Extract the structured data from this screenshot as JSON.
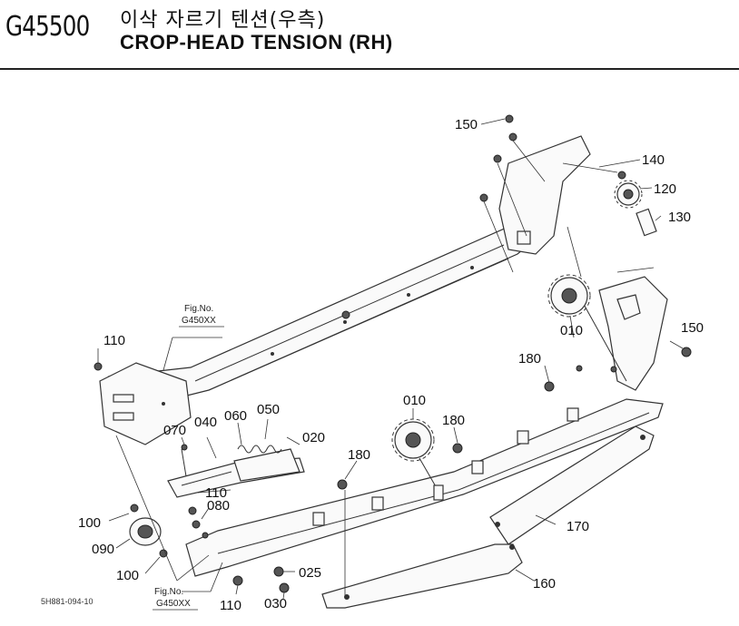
{
  "header": {
    "code": "G45500",
    "title_ko": "이삭 자르기 텐션(우측)",
    "title_en": "CROP-HEAD TENSION (RH)"
  },
  "callouts": [
    {
      "id": "c150a",
      "text": "150"
    },
    {
      "id": "c140",
      "text": "140"
    },
    {
      "id": "c120",
      "text": "120"
    },
    {
      "id": "c130",
      "text": "130"
    },
    {
      "id": "c150b",
      "text": "150"
    },
    {
      "id": "c010a",
      "text": "010"
    },
    {
      "id": "c180a",
      "text": "180"
    },
    {
      "id": "c110a",
      "text": "110"
    },
    {
      "id": "c010b",
      "text": "010"
    },
    {
      "id": "c180b",
      "text": "180"
    },
    {
      "id": "c070",
      "text": "070"
    },
    {
      "id": "c040",
      "text": "040"
    },
    {
      "id": "c060",
      "text": "060"
    },
    {
      "id": "c050",
      "text": "050"
    },
    {
      "id": "c020",
      "text": "020"
    },
    {
      "id": "c180c",
      "text": "180"
    },
    {
      "id": "c110b",
      "text": "110"
    },
    {
      "id": "c080",
      "text": "080"
    },
    {
      "id": "c100a",
      "text": "100"
    },
    {
      "id": "c090",
      "text": "090"
    },
    {
      "id": "c100b",
      "text": "100"
    },
    {
      "id": "c025",
      "text": "025"
    },
    {
      "id": "c030",
      "text": "030"
    },
    {
      "id": "c110c",
      "text": "110"
    },
    {
      "id": "c170",
      "text": "170"
    },
    {
      "id": "c160",
      "text": "160"
    }
  ],
  "fig_refs": [
    {
      "line1": "Fig.No.",
      "line2": "G450XX"
    },
    {
      "line1": "Fig.No.",
      "line2": "G450XX"
    }
  ],
  "footer_code": "5H881-094-10"
}
